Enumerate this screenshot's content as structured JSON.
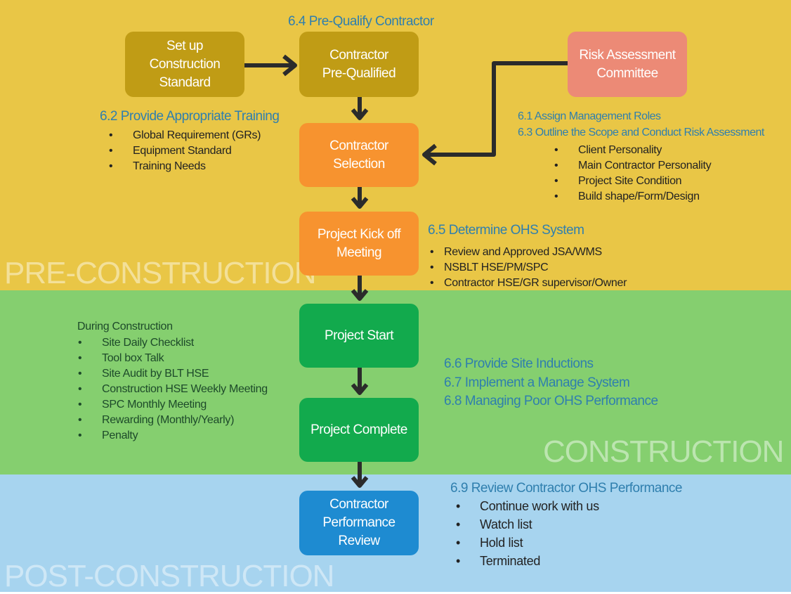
{
  "phases": {
    "pre": "PRE-CONSTRUCTION",
    "con": "CONSTRUCTION",
    "post": "POST-CONSTRUCTION"
  },
  "colors": {
    "pre_bg": "#e9c646",
    "con_bg": "#85cf6f",
    "post_bg": "#a7d4ef"
  },
  "boxes": {
    "setup": "Set up Construction Standard",
    "prequal": "Contractor Pre-Qualified",
    "risk": "Risk Assessment Committee",
    "selection": "Contractor Selection",
    "kickoff": "Project Kick off Meeting",
    "start": "Project Start",
    "complete": "Project Complete",
    "review": "Contractor Performance Review"
  },
  "notes": {
    "n64": "6.4 Pre-Qualify Contractor",
    "n62": "6.2 Provide Appropriate Training",
    "n62_items": [
      "Global Requirement (GRs)",
      "Equipment Standard",
      "Training Needs"
    ],
    "n61": "6.1 Assign Management Roles",
    "n63": "6.3 Outline the Scope and Conduct Risk Assessment",
    "n63_items": [
      "Client Personality",
      "Main Contractor Personality",
      "Project Site Condition",
      "Build shape/Form/Design"
    ],
    "n65": "6.5 Determine OHS System",
    "n65_items": [
      "Review and Approved JSA/WMS",
      "NSBLT HSE/PM/SPC",
      "Contractor HSE/GR supervisor/Owner"
    ],
    "during": "During Construction",
    "during_items": [
      "Site Daily Checklist",
      "Tool box Talk",
      "Site Audit by BLT HSE",
      "Construction HSE Weekly Meeting",
      "SPC Monthly Meeting",
      "Rewarding (Monthly/Yearly)",
      "Penalty"
    ],
    "n66": "6.6 Provide Site Inductions",
    "n67": "6.7 Implement a Manage System",
    "n68": "6.8 Managing Poor OHS Performance",
    "n69": "6.9 Review Contractor OHS Performance",
    "n69_items": [
      "Continue work with us",
      "Watch list",
      "Hold list",
      "Terminated"
    ]
  }
}
